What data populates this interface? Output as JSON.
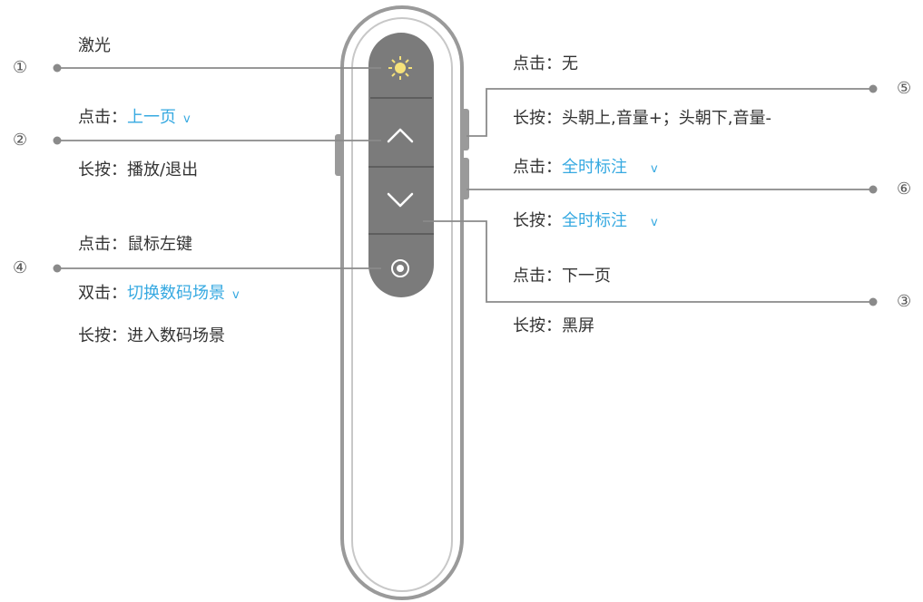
{
  "colors": {
    "accent": "#36a9e1",
    "device_body": "#9a9a9a",
    "key_panel": "#7b7b7b",
    "laser_icon": "#f6e27a",
    "line": "#888888"
  },
  "callouts": {
    "n1": "①",
    "n2": "②",
    "n3": "③",
    "n4": "④",
    "n5": "⑤",
    "n6": "⑥"
  },
  "left": {
    "laser": {
      "value": "激光"
    },
    "b2_click": {
      "key": "点击：",
      "value": "上一页",
      "chevron": "v"
    },
    "b2_hold": {
      "key": "长按：",
      "value": "播放/退出"
    },
    "b4_click": {
      "key": "点击：",
      "value": "鼠标左键"
    },
    "b4_double": {
      "key": "双击：",
      "value": "切换数码场景",
      "chevron": "v"
    },
    "b4_hold": {
      "key": "长按：",
      "value": "进入数码场景"
    }
  },
  "right": {
    "b5_click": {
      "key": "点击：",
      "value": "无"
    },
    "b5_hold": {
      "key": "长按：",
      "value": "头朝上,音量+；头朝下,音量-"
    },
    "b6_click": {
      "key": "点击：",
      "value": "全时标注",
      "chevron": "v"
    },
    "b6_hold": {
      "key": "长按：",
      "value": "全时标注",
      "chevron": "v"
    },
    "b3_click": {
      "key": "点击：",
      "value": "下一页"
    },
    "b3_hold": {
      "key": "长按：",
      "value": "黑屏"
    }
  },
  "icons": {
    "laser": "laser-sun-icon",
    "up": "chevron-up-icon",
    "down": "chevron-down-icon",
    "center": "circle-button-icon"
  }
}
